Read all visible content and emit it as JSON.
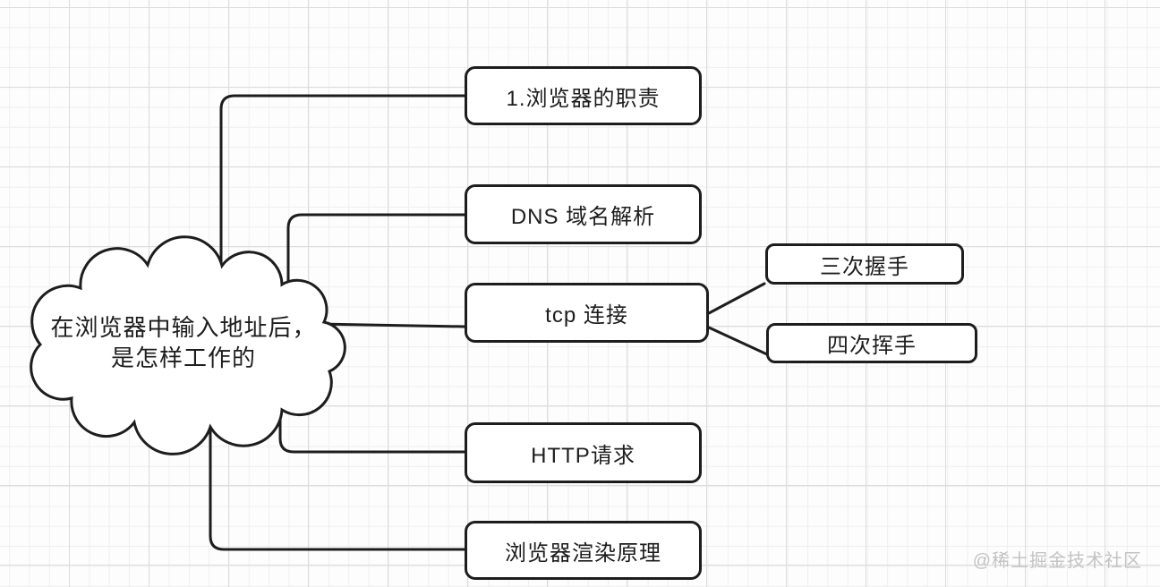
{
  "diagram": {
    "type": "mindmap",
    "root": {
      "id": "cloud-root",
      "label": "在浏览器中输入地址后，是怎样工作的",
      "lines": [
        "在浏览器中输入地址后，",
        "是怎样工作的"
      ]
    },
    "children": [
      {
        "id": "browser-duty",
        "label": "1.浏览器的职责"
      },
      {
        "id": "dns-resolve",
        "label": "DNS 域名解析"
      },
      {
        "id": "tcp-connect",
        "label": "tcp 连接",
        "children": [
          {
            "id": "three-way-handshake",
            "label": "三次握手"
          },
          {
            "id": "four-way-wave",
            "label": "四次挥手"
          }
        ]
      },
      {
        "id": "http-request",
        "label": "HTTP请求"
      },
      {
        "id": "browser-render",
        "label": "浏览器渲染原理"
      }
    ]
  },
  "watermark": {
    "text": "@稀土掘金技术社区"
  },
  "colors": {
    "stroke": "#1d1d1d",
    "node_fill": "#ffffff",
    "grid_minor": "#efefef",
    "grid_major": "#dcdcdc",
    "watermark_text": "#c3c3c3",
    "background": "#fdfdfd"
  }
}
